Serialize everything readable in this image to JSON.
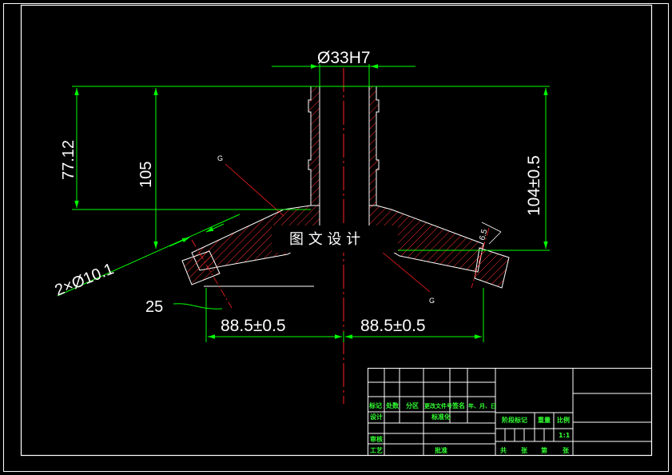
{
  "drawing": {
    "dims": {
      "bore": "Ø33H7",
      "left_height": "77.12",
      "mid_height": "105",
      "right_height": "104±0.5",
      "holes": "2×Ø10.1",
      "angle": "25",
      "left_radius": "88.5±0.5",
      "right_radius": "88.5±0.5",
      "chamfer": "6.5"
    },
    "section_marks": {
      "left": "G",
      "right": "G"
    },
    "watermark": "图 文 设 计"
  },
  "title_block": {
    "col_labels": [
      "标记",
      "处数",
      "分区",
      "更改文件号",
      "签名",
      "年、月、日"
    ],
    "design": "设计",
    "standard": "标准化",
    "review": "审核",
    "process": "工艺",
    "approve": "批准",
    "stage_mark": "阶段标记",
    "weight": "重量",
    "scale_label": "比例",
    "scale_value": "1:1",
    "sheets_total": "共",
    "sheet_unit1": "张",
    "sheet_no": "第",
    "sheet_unit2": "张"
  },
  "colors": {
    "background": "#000000",
    "outline": "#ffffff",
    "dimension": "#00ff00",
    "hatch": "#ff3030",
    "centerline": "#ff2020"
  }
}
